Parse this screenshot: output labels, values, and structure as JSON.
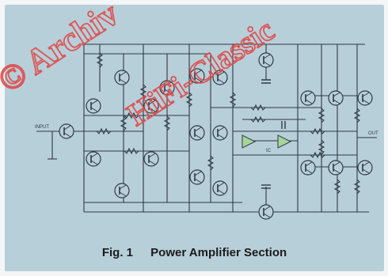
{
  "figure": {
    "caption_number": "Fig. 1",
    "caption_text": "Power Amplifier Section",
    "background_color": "#b7cfd9",
    "line_color": "#2f3a44",
    "opamp_fill": "#a6d59a"
  },
  "labels": {
    "input": "INPUT",
    "output": "OUT",
    "ic": "IC"
  },
  "watermark": {
    "text_primary": "© Archiv",
    "text_secondary": "HiFi-Classic",
    "color": "#e04a4a"
  }
}
